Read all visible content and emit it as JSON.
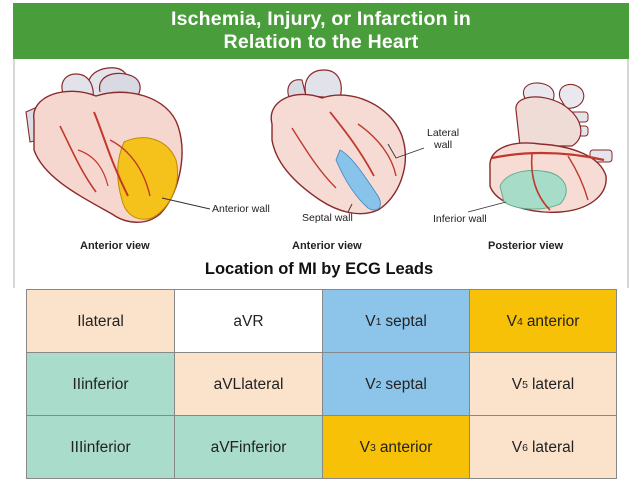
{
  "banner": {
    "line1": "Ischemia, Injury, or Infarction in",
    "line2": "Relation to the Heart"
  },
  "views": [
    {
      "label": "Anterior view"
    },
    {
      "label": "Anterior view"
    },
    {
      "label": "Posterior view"
    }
  ],
  "callouts": {
    "anterior_wall": "Anterior wall",
    "septal_wall": "Septal wall",
    "lateral_wall_1": "Lateral",
    "lateral_wall_2": "wall",
    "inferior_wall": "Inferior wall"
  },
  "subtitle": "Location of MI by ECG Leads",
  "colors": {
    "banner": "#4a9d3b",
    "lateral": "#fbe3cb",
    "inferior": "#a9dcca",
    "septal": "#8cc4ea",
    "anterior": "#f7c107",
    "none": "#ffffff"
  },
  "leads": [
    [
      {
        "lead": "I",
        "sub": "",
        "region": "lateral",
        "text": "lateral"
      },
      {
        "lead": "aVR",
        "sub": "",
        "region": "none",
        "text": ""
      },
      {
        "lead": "V",
        "sub": "1",
        "region": "septal",
        "text": "septal"
      },
      {
        "lead": "V",
        "sub": "4",
        "region": "anterior",
        "text": "anterior"
      }
    ],
    [
      {
        "lead": "II",
        "sub": "",
        "region": "inferior",
        "text": "inferior"
      },
      {
        "lead": "aVL",
        "sub": "",
        "region": "lateral",
        "text": "lateral"
      },
      {
        "lead": "V",
        "sub": "2",
        "region": "septal",
        "text": "septal"
      },
      {
        "lead": "V",
        "sub": "5",
        "region": "lateral",
        "text": "lateral"
      }
    ],
    [
      {
        "lead": "III",
        "sub": "",
        "region": "inferior",
        "text": "inferior"
      },
      {
        "lead": "aVF",
        "sub": "",
        "region": "inferior",
        "text": "inferior"
      },
      {
        "lead": "V",
        "sub": "3",
        "region": "anterior",
        "text": "anterior"
      },
      {
        "lead": "V",
        "sub": "6",
        "region": "lateral",
        "text": "lateral"
      }
    ]
  ]
}
